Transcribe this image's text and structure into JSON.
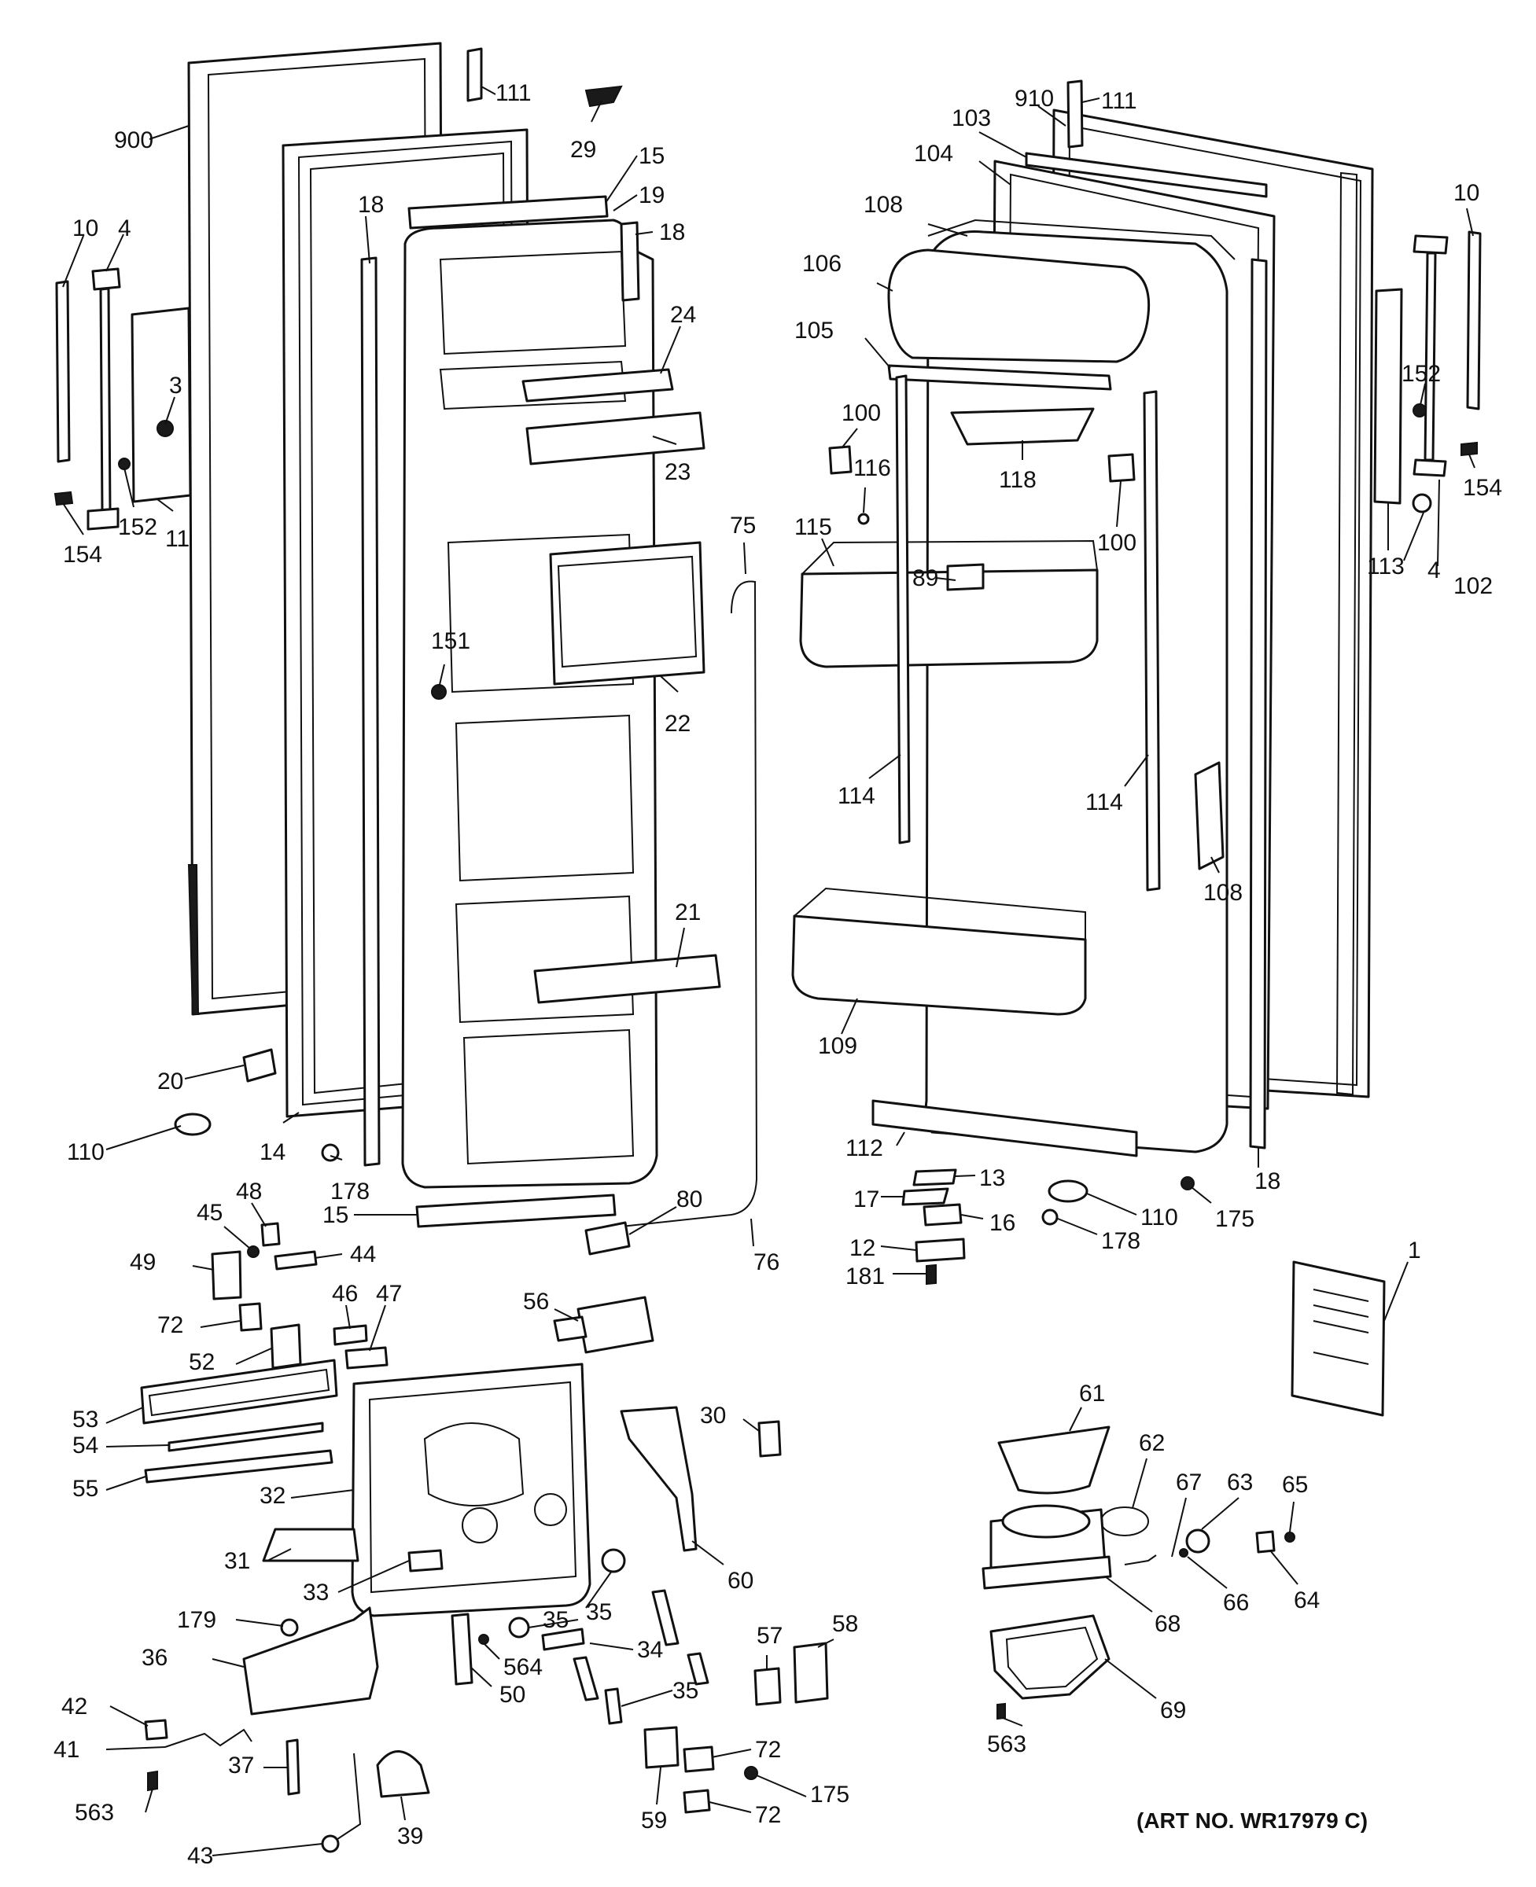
{
  "diagram": {
    "art_number": "(ART NO. WR17979 C)",
    "callouts": [
      {
        "id": "c-900",
        "text": "900"
      },
      {
        "id": "c-111a",
        "text": "111"
      },
      {
        "id": "c-29",
        "text": "29"
      },
      {
        "id": "c-15a",
        "text": "15"
      },
      {
        "id": "c-19",
        "text": "19"
      },
      {
        "id": "c-18a",
        "text": "18"
      },
      {
        "id": "c-18b",
        "text": "18"
      },
      {
        "id": "c-10a",
        "text": "10"
      },
      {
        "id": "c-4a",
        "text": "4"
      },
      {
        "id": "c-3",
        "text": "3"
      },
      {
        "id": "c-24",
        "text": "24"
      },
      {
        "id": "c-23",
        "text": "23"
      },
      {
        "id": "c-154a",
        "text": "154"
      },
      {
        "id": "c-152a",
        "text": "152"
      },
      {
        "id": "c-11",
        "text": "11"
      },
      {
        "id": "c-151",
        "text": "151"
      },
      {
        "id": "c-22",
        "text": "22"
      },
      {
        "id": "c-75",
        "text": "75"
      },
      {
        "id": "c-21",
        "text": "21"
      },
      {
        "id": "c-20",
        "text": "20"
      },
      {
        "id": "c-110a",
        "text": "110"
      },
      {
        "id": "c-14",
        "text": "14"
      },
      {
        "id": "c-178a",
        "text": "178"
      },
      {
        "id": "c-15b",
        "text": "15"
      },
      {
        "id": "c-80",
        "text": "80"
      },
      {
        "id": "c-76",
        "text": "76"
      },
      {
        "id": "c-910",
        "text": "910"
      },
      {
        "id": "c-111b",
        "text": "111"
      },
      {
        "id": "c-103",
        "text": "103"
      },
      {
        "id": "c-104",
        "text": "104"
      },
      {
        "id": "c-108a",
        "text": "108"
      },
      {
        "id": "c-106",
        "text": "106"
      },
      {
        "id": "c-105",
        "text": "105"
      },
      {
        "id": "c-10b",
        "text": "10"
      },
      {
        "id": "c-152b",
        "text": "152"
      },
      {
        "id": "c-154b",
        "text": "154"
      },
      {
        "id": "c-100a",
        "text": "100"
      },
      {
        "id": "c-116",
        "text": "116"
      },
      {
        "id": "c-118",
        "text": "118"
      },
      {
        "id": "c-100b",
        "text": "100"
      },
      {
        "id": "c-113",
        "text": "113"
      },
      {
        "id": "c-4b",
        "text": "4"
      },
      {
        "id": "c-102",
        "text": "102"
      },
      {
        "id": "c-115",
        "text": "115"
      },
      {
        "id": "c-89",
        "text": "89"
      },
      {
        "id": "c-114a",
        "text": "114"
      },
      {
        "id": "c-114b",
        "text": "114"
      },
      {
        "id": "c-108b",
        "text": "108"
      },
      {
        "id": "c-109",
        "text": "109"
      },
      {
        "id": "c-112",
        "text": "112"
      },
      {
        "id": "c-13",
        "text": "13"
      },
      {
        "id": "c-17",
        "text": "17"
      },
      {
        "id": "c-16",
        "text": "16"
      },
      {
        "id": "c-12",
        "text": "12"
      },
      {
        "id": "c-181",
        "text": "181"
      },
      {
        "id": "c-110b",
        "text": "110"
      },
      {
        "id": "c-178b",
        "text": "178"
      },
      {
        "id": "c-175a",
        "text": "175"
      },
      {
        "id": "c-18c",
        "text": "18"
      },
      {
        "id": "c-1",
        "text": "1"
      },
      {
        "id": "c-48",
        "text": "48"
      },
      {
        "id": "c-45",
        "text": "45"
      },
      {
        "id": "c-44",
        "text": "44"
      },
      {
        "id": "c-49",
        "text": "49"
      },
      {
        "id": "c-72a",
        "text": "72"
      },
      {
        "id": "c-46",
        "text": "46"
      },
      {
        "id": "c-47",
        "text": "47"
      },
      {
        "id": "c-52",
        "text": "52"
      },
      {
        "id": "c-56",
        "text": "56"
      },
      {
        "id": "c-53",
        "text": "53"
      },
      {
        "id": "c-54",
        "text": "54"
      },
      {
        "id": "c-55",
        "text": "55"
      },
      {
        "id": "c-32",
        "text": "32"
      },
      {
        "id": "c-30",
        "text": "30"
      },
      {
        "id": "c-60",
        "text": "60"
      },
      {
        "id": "c-31",
        "text": "31"
      },
      {
        "id": "c-33",
        "text": "33"
      },
      {
        "id": "c-35a",
        "text": "35"
      },
      {
        "id": "c-35b",
        "text": "35"
      },
      {
        "id": "c-34",
        "text": "34"
      },
      {
        "id": "c-35c",
        "text": "35"
      },
      {
        "id": "c-179",
        "text": "179"
      },
      {
        "id": "c-36",
        "text": "36"
      },
      {
        "id": "c-564",
        "text": "564"
      },
      {
        "id": "c-50",
        "text": "50"
      },
      {
        "id": "c-42",
        "text": "42"
      },
      {
        "id": "c-41",
        "text": "41"
      },
      {
        "id": "c-37",
        "text": "37"
      },
      {
        "id": "c-39",
        "text": "39"
      },
      {
        "id": "c-563a",
        "text": "563"
      },
      {
        "id": "c-43",
        "text": "43"
      },
      {
        "id": "c-57",
        "text": "57"
      },
      {
        "id": "c-58",
        "text": "58"
      },
      {
        "id": "c-72b",
        "text": "72"
      },
      {
        "id": "c-175b",
        "text": "175"
      },
      {
        "id": "c-72c",
        "text": "72"
      },
      {
        "id": "c-59",
        "text": "59"
      },
      {
        "id": "c-61",
        "text": "61"
      },
      {
        "id": "c-62",
        "text": "62"
      },
      {
        "id": "c-67",
        "text": "67"
      },
      {
        "id": "c-63",
        "text": "63"
      },
      {
        "id": "c-65",
        "text": "65"
      },
      {
        "id": "c-66",
        "text": "66"
      },
      {
        "id": "c-64",
        "text": "64"
      },
      {
        "id": "c-68",
        "text": "68"
      },
      {
        "id": "c-69",
        "text": "69"
      },
      {
        "id": "c-563b",
        "text": "563"
      }
    ]
  }
}
